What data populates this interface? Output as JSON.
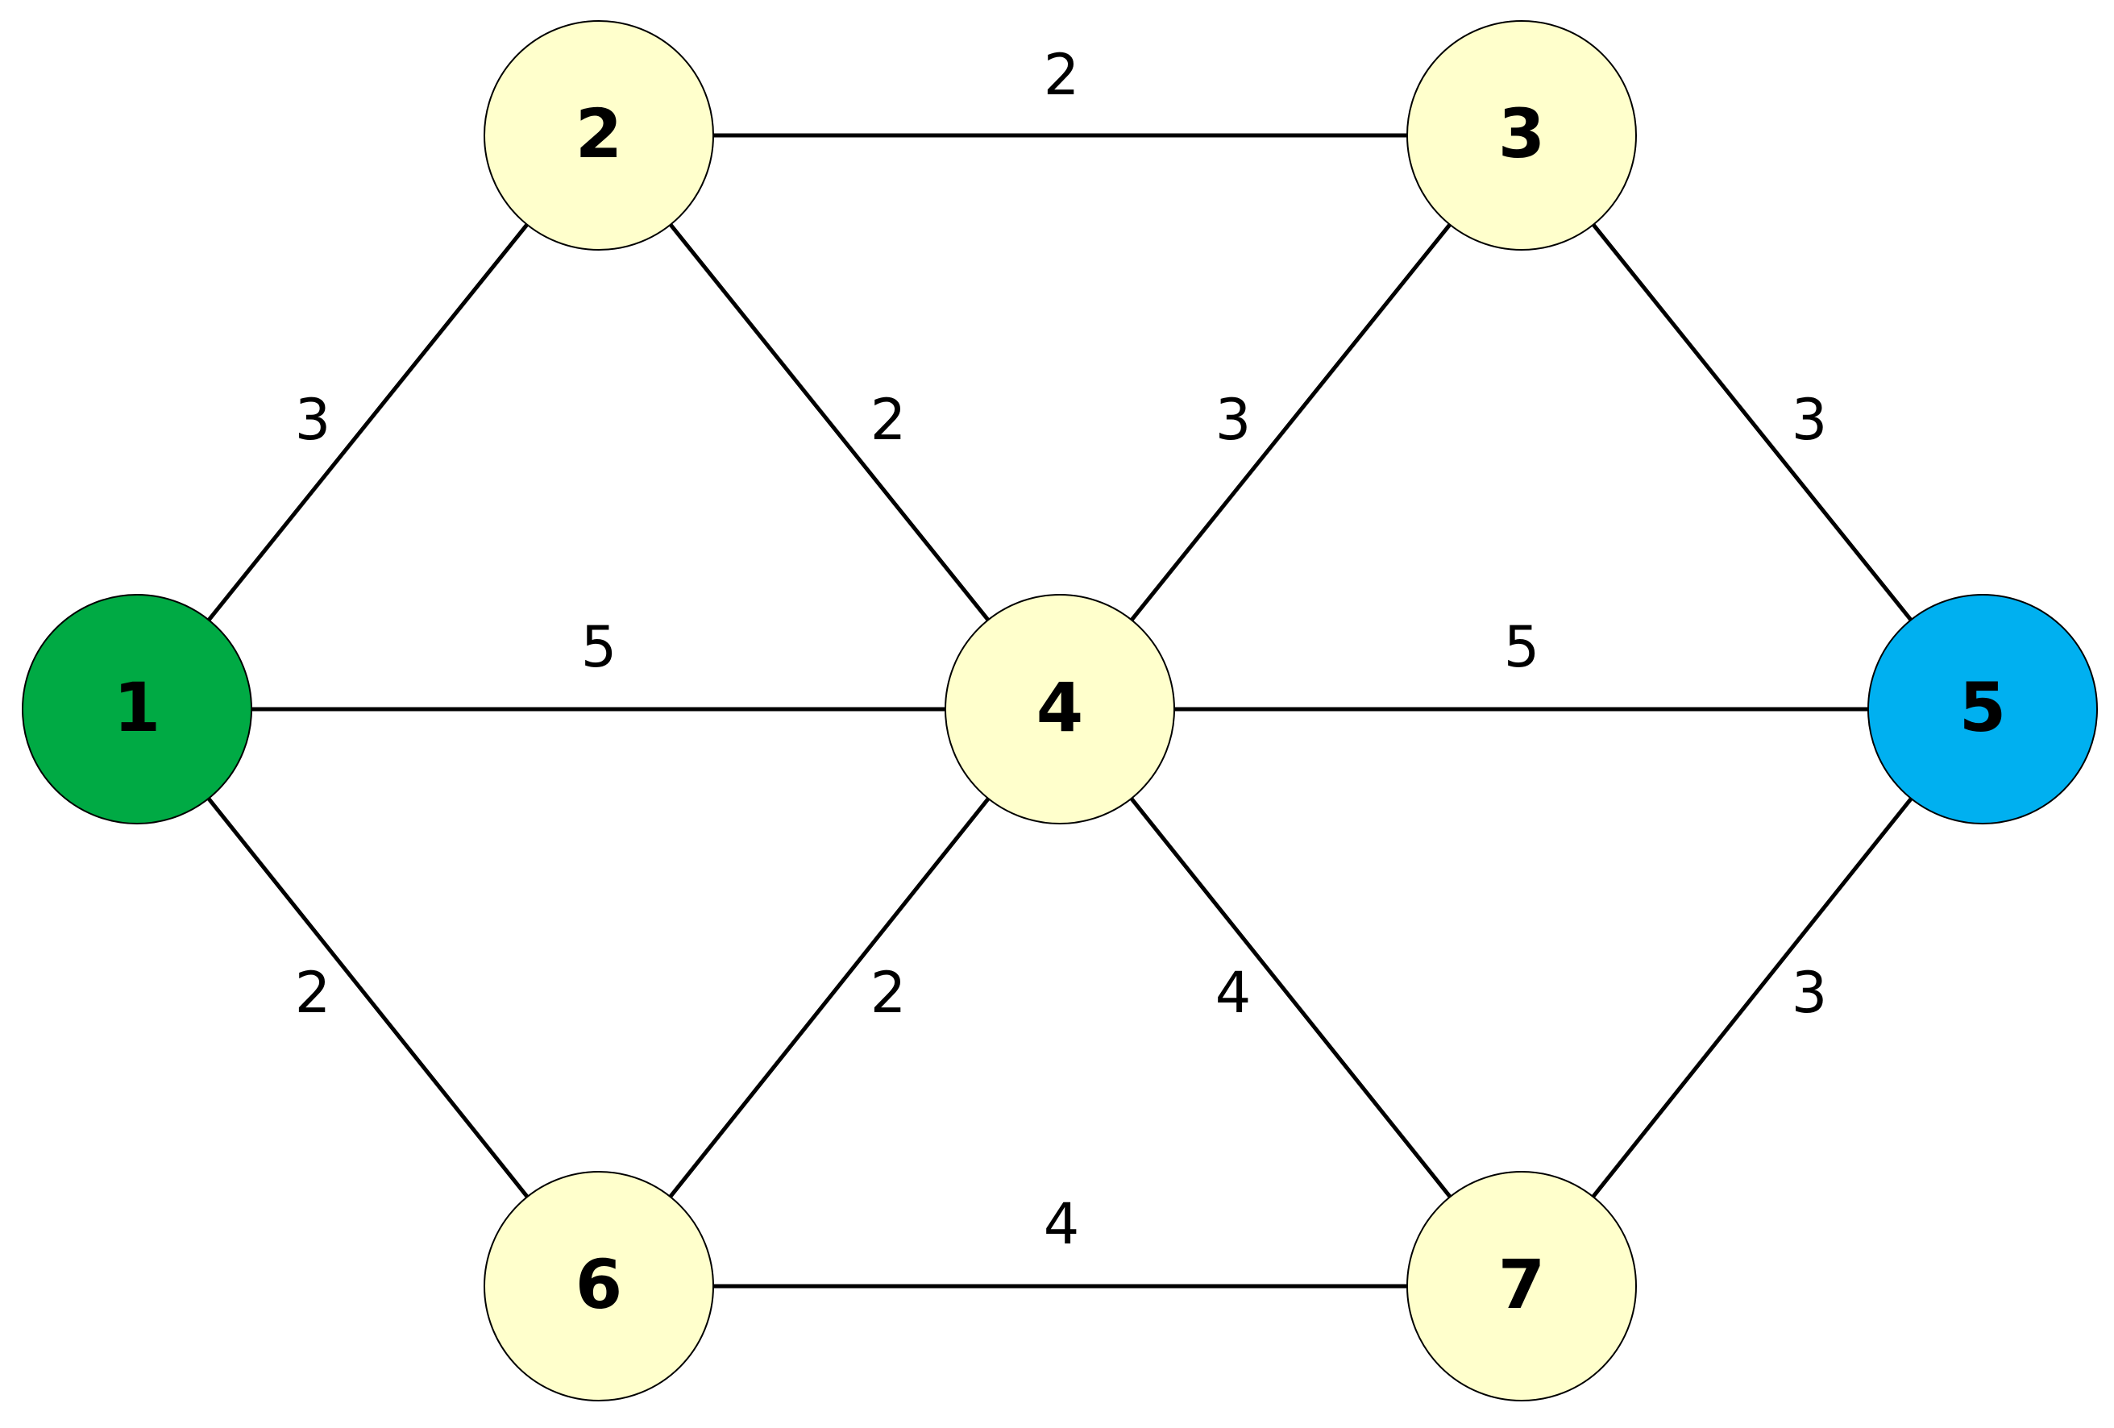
{
  "diagram": {
    "type": "weighted-graph",
    "colors": {
      "background": "#ffffff",
      "edge": "#000000",
      "node_default": "#ffffcc",
      "node_start": "#00aa44",
      "node_end": "#00b0f0"
    },
    "nodes": [
      {
        "id": "1",
        "label": "1",
        "color": "#00aa44"
      },
      {
        "id": "2",
        "label": "2",
        "color": "#ffffcc"
      },
      {
        "id": "3",
        "label": "3",
        "color": "#ffffcc"
      },
      {
        "id": "4",
        "label": "4",
        "color": "#ffffcc"
      },
      {
        "id": "5",
        "label": "5",
        "color": "#00b0f0"
      },
      {
        "id": "6",
        "label": "6",
        "color": "#ffffcc"
      },
      {
        "id": "7",
        "label": "7",
        "color": "#ffffcc"
      }
    ],
    "edges": [
      {
        "from": "1",
        "to": "2",
        "weight": "3"
      },
      {
        "from": "1",
        "to": "4",
        "weight": "5"
      },
      {
        "from": "1",
        "to": "6",
        "weight": "2"
      },
      {
        "from": "2",
        "to": "3",
        "weight": "2"
      },
      {
        "from": "2",
        "to": "4",
        "weight": "2"
      },
      {
        "from": "3",
        "to": "4",
        "weight": "3"
      },
      {
        "from": "3",
        "to": "5",
        "weight": "3"
      },
      {
        "from": "4",
        "to": "5",
        "weight": "5"
      },
      {
        "from": "4",
        "to": "6",
        "weight": "2"
      },
      {
        "from": "4",
        "to": "7",
        "weight": "4"
      },
      {
        "from": "5",
        "to": "7",
        "weight": "3"
      },
      {
        "from": "6",
        "to": "7",
        "weight": "4"
      }
    ]
  }
}
